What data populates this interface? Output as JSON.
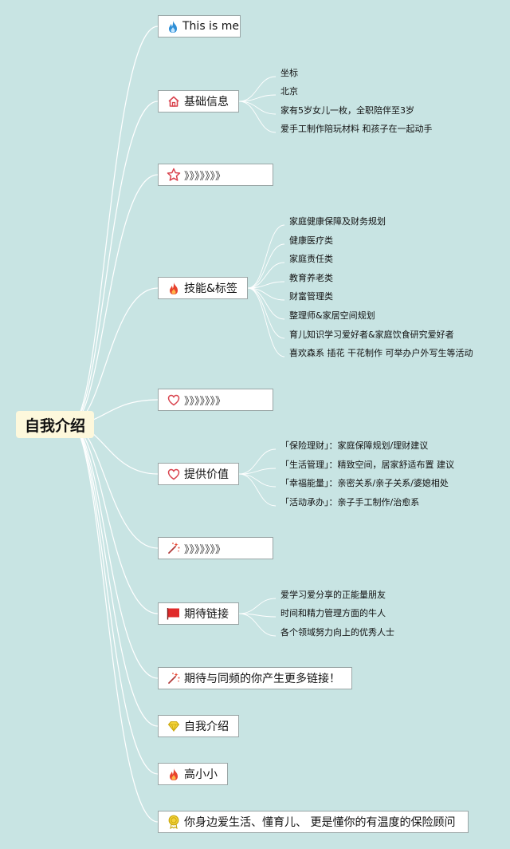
{
  "root": {
    "label": "自我介绍"
  },
  "branches": [
    {
      "id": "this-is-me",
      "icon": "flame-blue-icon",
      "label": "This is me",
      "leaves": []
    },
    {
      "id": "basic-info",
      "icon": "home-icon",
      "label": "基础信息",
      "leaves": [
        "坐标",
        "北京",
        "家有5岁女儿一枚，全职陪伴至3岁",
        "爱手工制作陪玩材料 和孩子在一起动手"
      ]
    },
    {
      "id": "divider-star",
      "icon": "star-outline-icon",
      "label": "》》》》》》》",
      "leaves": []
    },
    {
      "id": "skills-tags",
      "icon": "flame-red-icon",
      "label": "技能&标签",
      "leaves": [
        "家庭健康保障及财务规划",
        "健康医疗类",
        "家庭责任类",
        "教育养老类",
        "财富管理类",
        "整理师&家居空间规划",
        "育儿知识学习爱好者&家庭饮食研究爱好者",
        "喜欢森系 插花 干花制作 可举办户外写生等活动"
      ]
    },
    {
      "id": "divider-heart",
      "icon": "heart-outline-icon",
      "label": "》》》》》》》",
      "leaves": []
    },
    {
      "id": "offer-value",
      "icon": "heart-outline-icon",
      "label": "提供价值",
      "leaves": [
        "「保险理财」：家庭保障规划/理财建议",
        "「生活管理」：精致空间，居家舒适布置 建议",
        "「幸福能量」：亲密关系/亲子关系/婆媳相处",
        "「活动承办」：亲子手工制作/治愈系"
      ]
    },
    {
      "id": "divider-wand",
      "icon": "magic-wand-icon",
      "label": "》》》》》》》",
      "leaves": []
    },
    {
      "id": "expect-link",
      "icon": "red-flag-icon",
      "label": "期待链接",
      "leaves": [
        "爱学习爱分享的正能量朋友",
        "时间和精力管理方面的牛人",
        "各个领域努力向上的优秀人士"
      ]
    },
    {
      "id": "expect-more",
      "icon": "magic-wand-icon",
      "label": "期待与同频的你产生更多链接！",
      "leaves": []
    },
    {
      "id": "self-intro",
      "icon": "diamond-icon",
      "label": "自我介绍",
      "leaves": []
    },
    {
      "id": "name",
      "icon": "flame-red-icon",
      "label": "高小小",
      "leaves": []
    },
    {
      "id": "advisor",
      "icon": "medal-icon",
      "label": "你身边爱生活、懂育儿、 更是懂你的有温度的保险顾问",
      "leaves": []
    }
  ],
  "colors": {
    "background": "#c8e4e3",
    "root_fill": "#fdf8dc",
    "link_stroke": "#ffffff",
    "node_border": "#9aa6a6",
    "flame_blue": "#2f8fd6",
    "flame_red": "#e8432e",
    "flag_red": "#e02a2a",
    "heart_red": "#d9434e",
    "diamond_yellow": "#f3d23a"
  }
}
